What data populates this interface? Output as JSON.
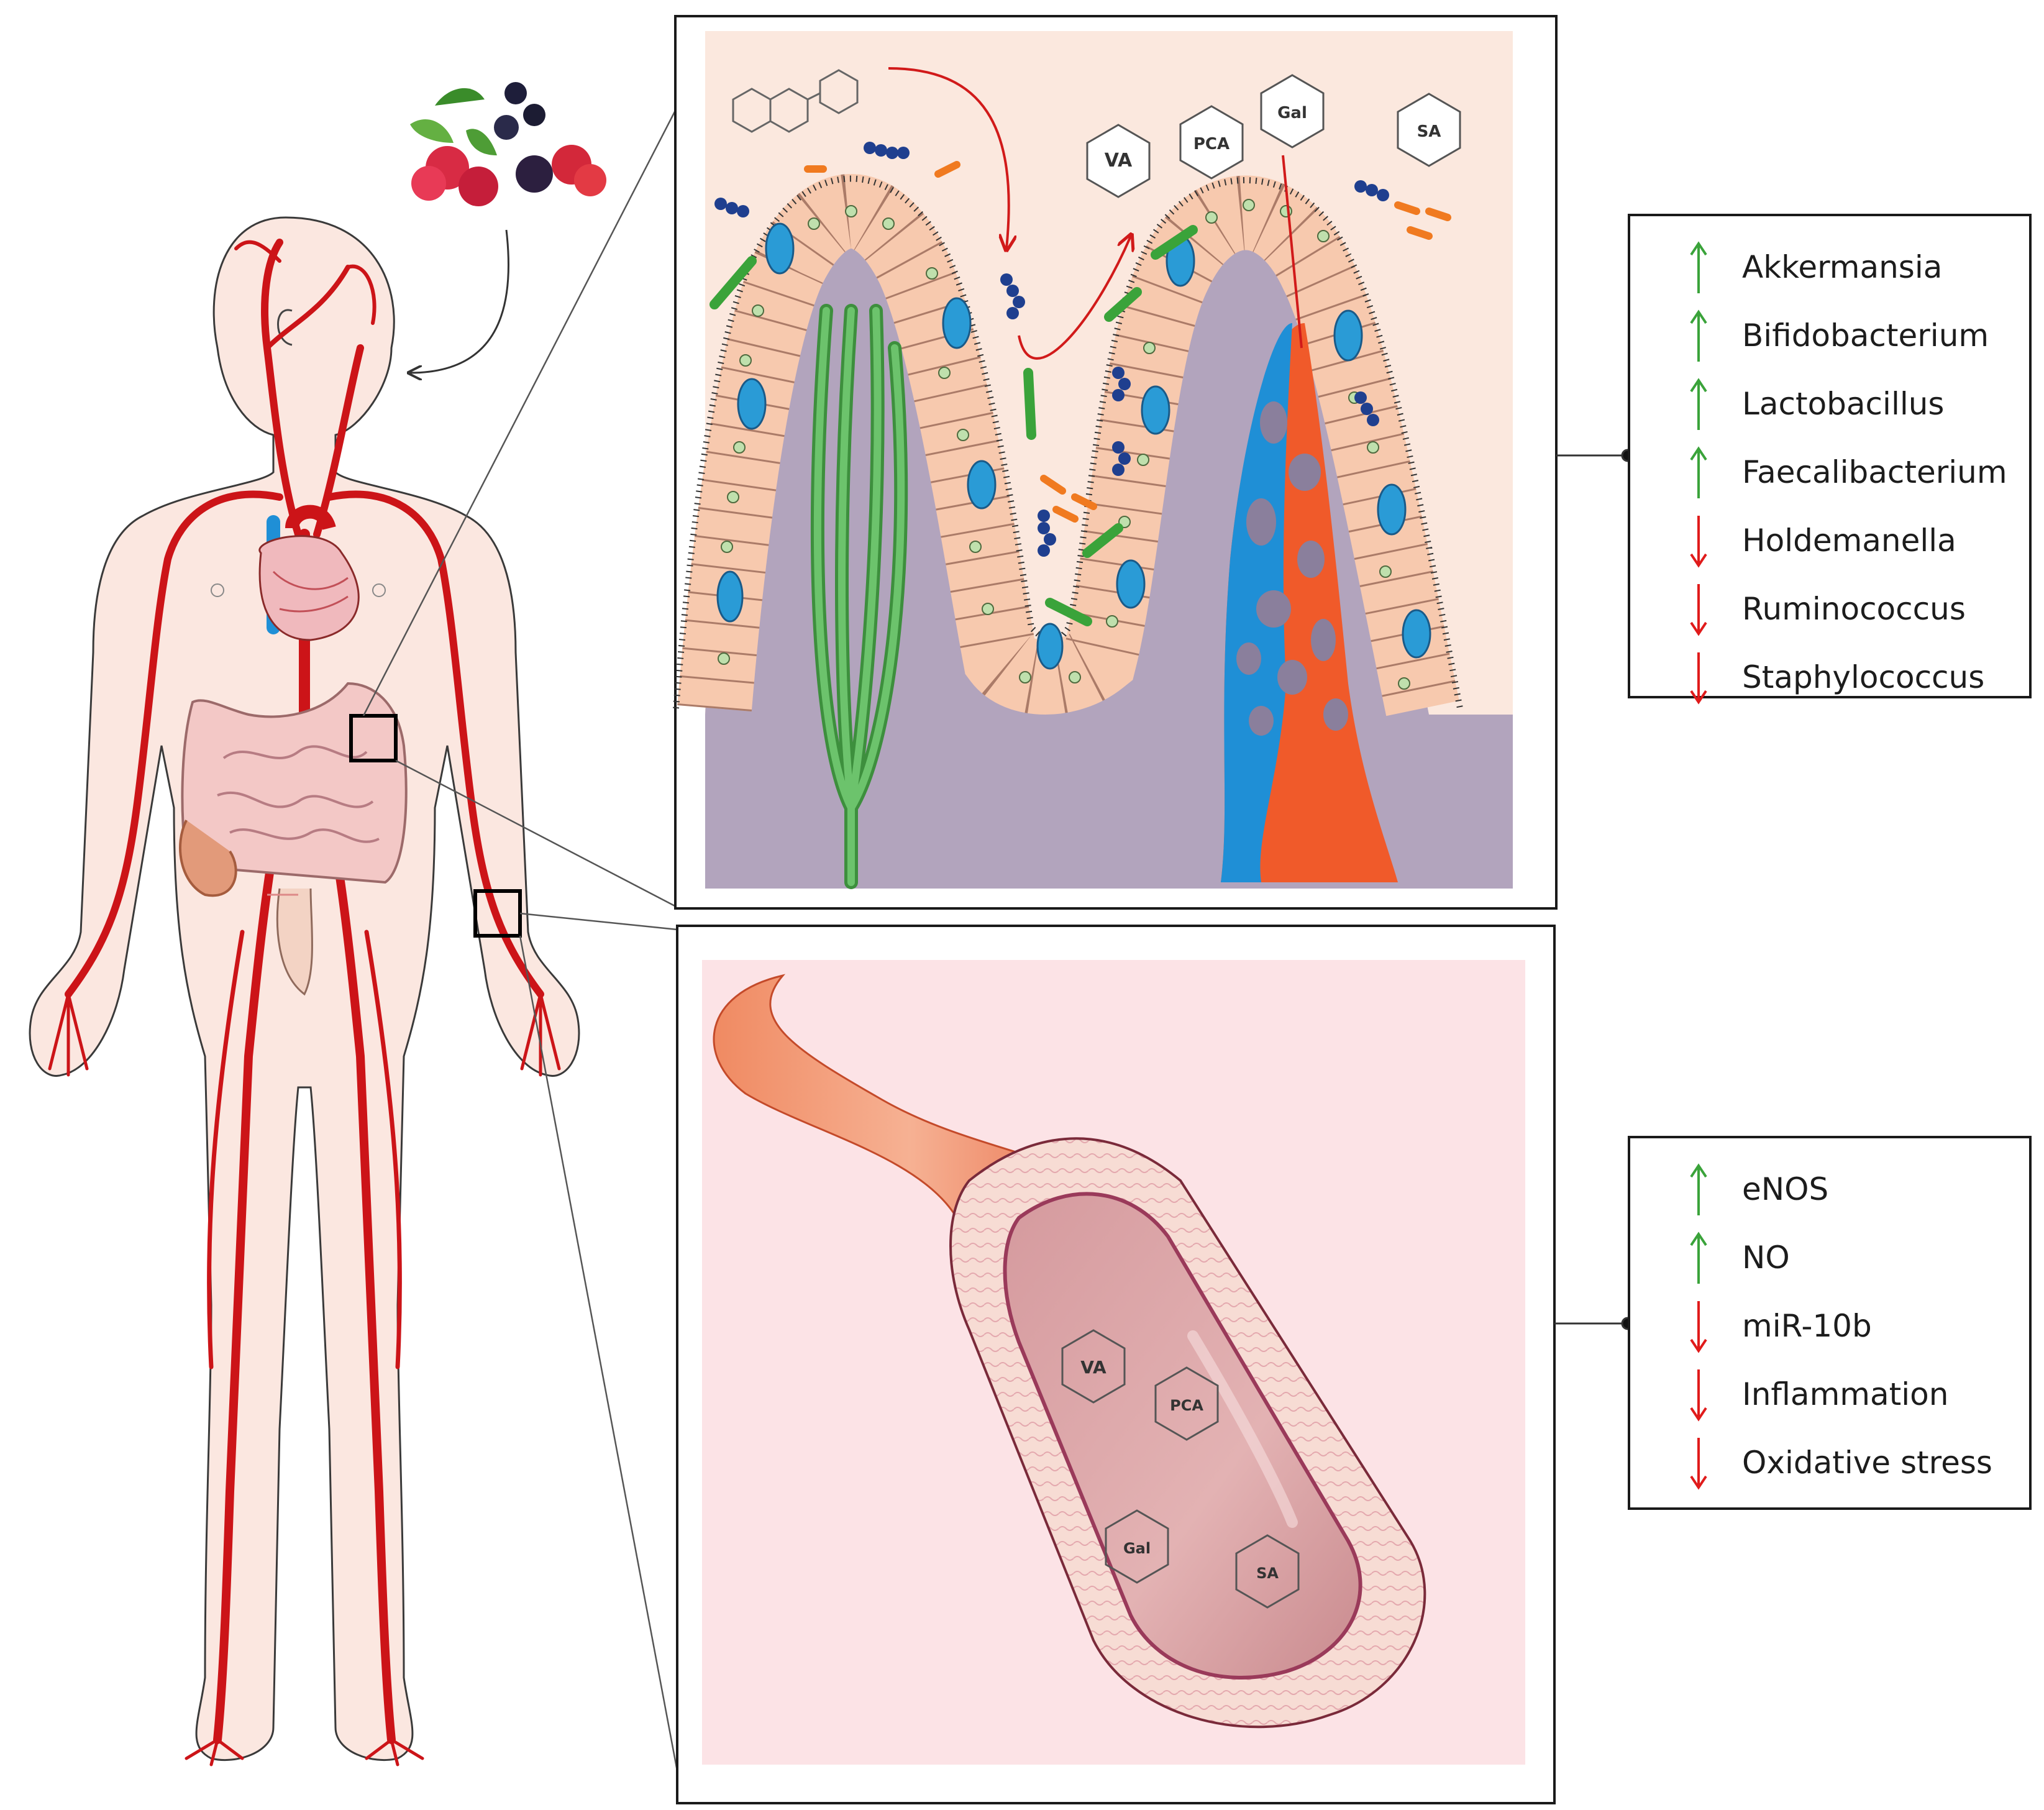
{
  "colors": {
    "artery_red": "#cc1418",
    "vein_blue": "#1f8fd6",
    "skin": "#fbe6df",
    "mucosa_cell": "#f7c9ae",
    "lamina_purple": "#a99bb5",
    "increase_green": "#3aa33a",
    "decrease_red": "#e01b1b",
    "vessel_bg": "#fce3e6",
    "gut_bg": "#fbe8de"
  },
  "metabolites_gut": [
    "VA",
    "PCA",
    "Gal",
    "SA"
  ],
  "metabolites_vessel": [
    "VA",
    "PCA",
    "Gal",
    "SA"
  ],
  "microbiota_legend": [
    {
      "label": "Akkermansia",
      "direction": "up"
    },
    {
      "label": "Bifidobacterium",
      "direction": "up"
    },
    {
      "label": "Lactobacillus",
      "direction": "up"
    },
    {
      "label": "Faecalibacterium",
      "direction": "up"
    },
    {
      "label": "Holdemanella",
      "direction": "down"
    },
    {
      "label": "Ruminococcus",
      "direction": "down"
    },
    {
      "label": "Staphylococcus",
      "direction": "down"
    }
  ],
  "vascular_legend": [
    {
      "label": "eNOS",
      "direction": "up"
    },
    {
      "label": "NO",
      "direction": "up"
    },
    {
      "label": "miR-10b",
      "direction": "down"
    },
    {
      "label": "Inflammation",
      "direction": "down"
    },
    {
      "label": "Oxidative stress",
      "direction": "down"
    }
  ],
  "icons": [
    "berries-icon",
    "heart-icon",
    "intestine-icon",
    "arrow-up-icon",
    "arrow-down-icon"
  ]
}
